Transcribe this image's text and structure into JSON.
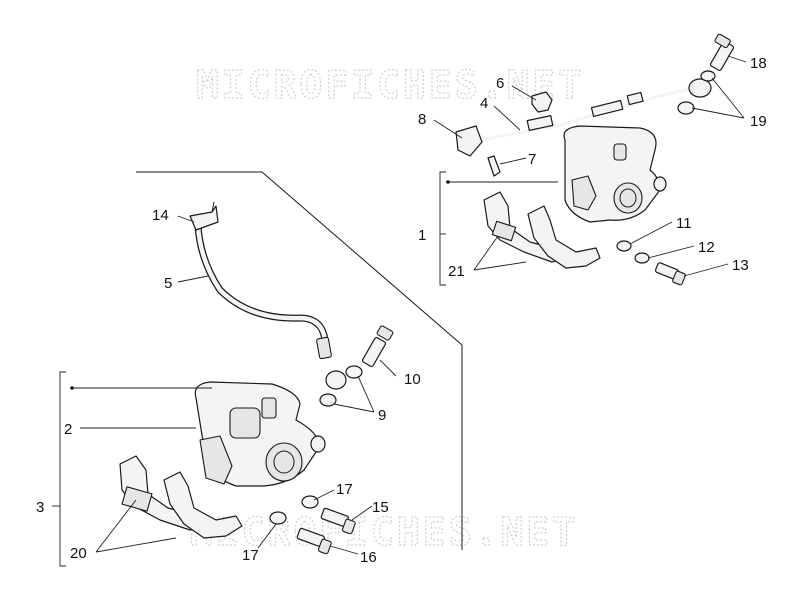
{
  "watermark": "MICROFICHES.NET",
  "callouts": {
    "n1": "1",
    "n2": "2",
    "n3": "3",
    "n4": "4",
    "n5": "5",
    "n6": "6",
    "n7": "7",
    "n8": "8",
    "n9": "9",
    "n10": "10",
    "n11": "11",
    "n12": "12",
    "n13": "13",
    "n14": "14",
    "n15": "15",
    "n16": "16",
    "n17a": "17",
    "n17b": "17",
    "n18": "18",
    "n19": "19",
    "n20": "20",
    "n21": "21"
  }
}
